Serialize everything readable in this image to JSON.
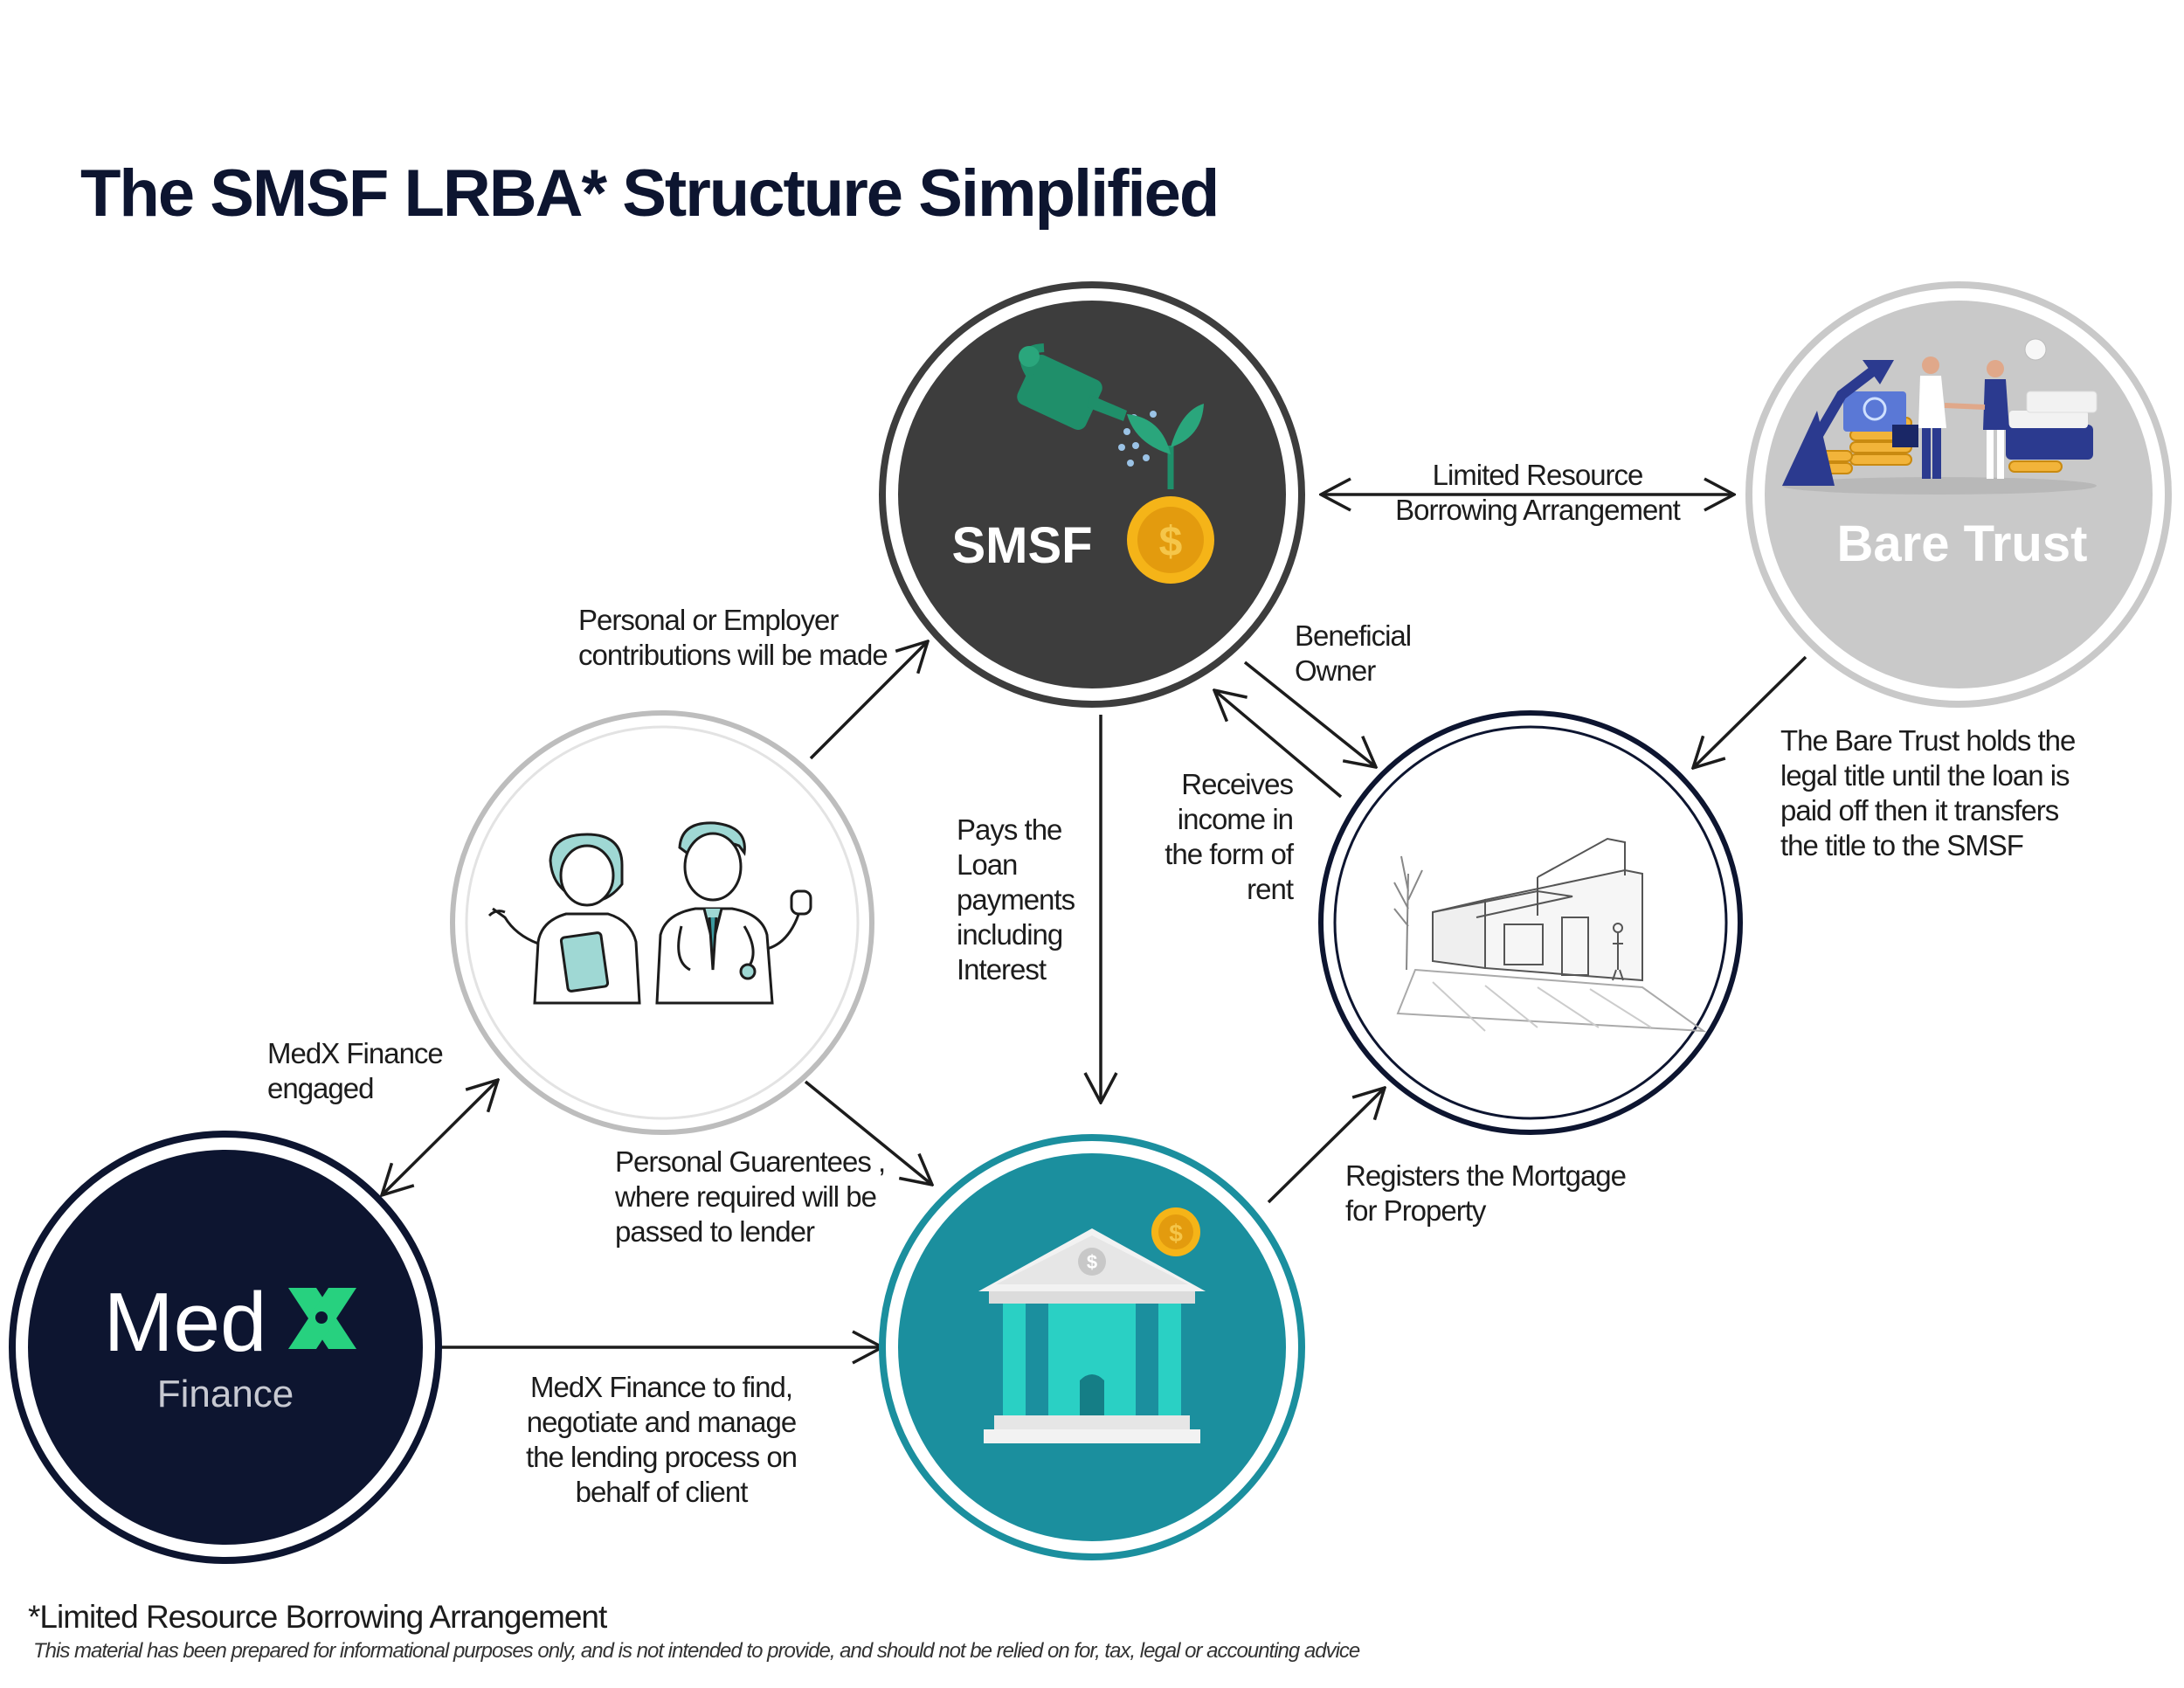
{
  "title": "The SMSF LRBA* Structure Simplified",
  "nodes": {
    "smsf": {
      "label": "SMSF"
    },
    "bare_trust": {
      "label": "Bare Trust"
    },
    "medx": {
      "brand": "MedX",
      "brand_main": "Med",
      "brand_x": "X",
      "sub": "Finance"
    }
  },
  "edges": {
    "lrba": "Limited Resource\nBorrowing Arrangement",
    "beneficial_owner": "Beneficial\nOwner",
    "bare_trust_holds": "The Bare Trust holds  the\nlegal title  until the loan is\npaid off then it transfers\nthe  title to  the SMSF",
    "contributions": "Personal or Employer\ncontributions will be made",
    "pays_loan": "Pays the\nLoan\npayments\nincluding\nInterest",
    "receives_income": "Receives\nincome in\nthe form of\nrent",
    "medx_engaged": "MedX Finance\nengaged",
    "personal_guarantees": "Personal Guarentees ,\nwhere required will be\npassed to lender",
    "registers_mortgage": "Registers the Mortgage\nfor  Property",
    "medx_find": "MedX Finance to find,\nnegotiate and manage\nthe lending process on\nbehalf of client"
  },
  "footer": {
    "note": "*Limited Resource Borrowing Arrangement",
    "disclaimer": "This material has been prepared for informational purposes only, and is not intended to provide, and should not be relied on for, tax, legal or accounting advice"
  },
  "colors": {
    "navy": "#0d1530",
    "smsf_fill": "#3d3d3d",
    "bank_fill": "#1b8f9e",
    "bare_trust_fill": "#c9c9c9",
    "medx_green": "#27d17f",
    "coin": "#f5b418"
  },
  "icons": [
    "watering-can-icon",
    "coin-icon",
    "bank-building-icon",
    "doctors-illustration",
    "house-sketch-illustration",
    "business-handshake-illustration"
  ]
}
